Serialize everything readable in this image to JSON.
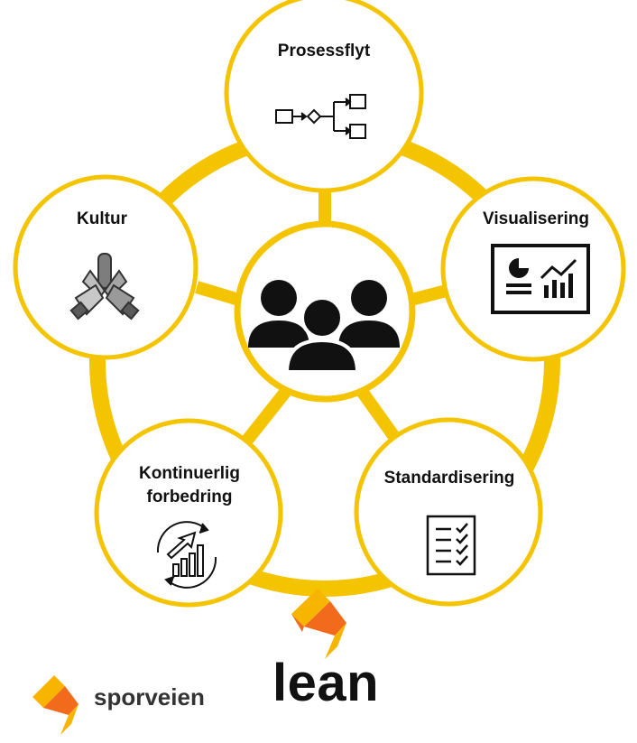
{
  "colors": {
    "ring": "#F5C400",
    "node_fill": "#ffffff",
    "icon": "#111111",
    "logo_yellow": "#F7B500",
    "logo_orange": "#F26A1B",
    "text": "#111111"
  },
  "diagram": {
    "center": {
      "icon": "group-of-people-icon"
    },
    "nodes": [
      {
        "id": "prosessflyt",
        "lines": [
          "Prosessflyt"
        ],
        "icon": "process-flow-icon"
      },
      {
        "id": "visualisering",
        "lines": [
          "Visualisering"
        ],
        "icon": "dashboard-chart-icon"
      },
      {
        "id": "standardisering",
        "lines": [
          "Standardisering"
        ],
        "icon": "checklist-icon"
      },
      {
        "id": "kontinuerlig-forbedring",
        "lines": [
          "Kontinuerlig",
          "forbedring"
        ],
        "icon": "growth-cycle-icon"
      },
      {
        "id": "kultur",
        "lines": [
          "Kultur"
        ],
        "icon": "stacked-hands-icon"
      }
    ]
  },
  "lean_mark": {
    "text": "lean",
    "icon": "s-logo-icon"
  },
  "brand": {
    "name": "sporveien",
    "icon": "s-logo-icon"
  }
}
